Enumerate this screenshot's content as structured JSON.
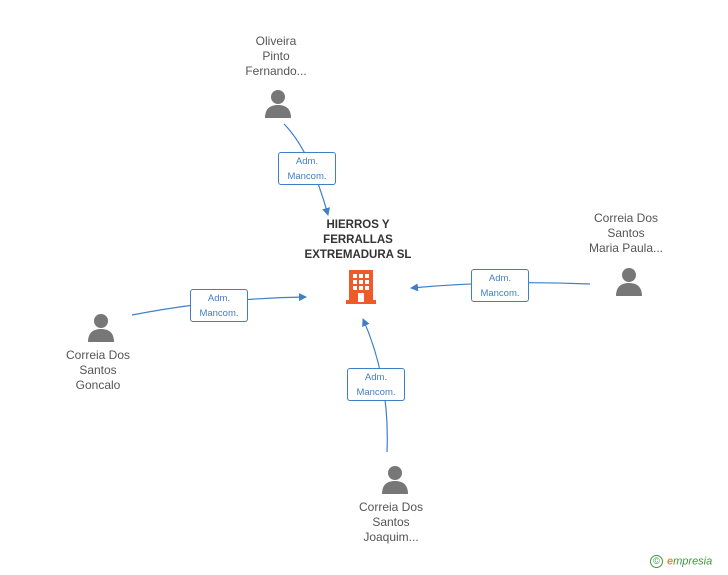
{
  "company": {
    "lines": [
      "HIERROS Y",
      "FERRALLAS",
      "EXTREMADURA SL"
    ],
    "icon": "building-icon",
    "icon_color": "#f05a28"
  },
  "people": [
    {
      "id": "oliveira",
      "lines": [
        "Oliveira",
        "Pinto",
        "Fernando..."
      ],
      "icon": "person-icon"
    },
    {
      "id": "maria",
      "lines": [
        "Correia Dos",
        "Santos",
        "Maria Paula..."
      ],
      "icon": "person-icon"
    },
    {
      "id": "goncalo",
      "lines": [
        "Correia Dos",
        "Santos",
        "Goncalo"
      ],
      "icon": "person-icon"
    },
    {
      "id": "joaquim",
      "lines": [
        "Correia Dos",
        "Santos",
        "Joaquim..."
      ],
      "icon": "person-icon"
    }
  ],
  "edges": [
    {
      "from": "oliveira",
      "label": [
        "Adm.",
        "Mancom."
      ]
    },
    {
      "from": "maria",
      "label": [
        "Adm.",
        "Mancom."
      ]
    },
    {
      "from": "goncalo",
      "label": [
        "Adm.",
        "Mancom."
      ]
    },
    {
      "from": "joaquim",
      "label": [
        "Adm.",
        "Mancom."
      ]
    }
  ],
  "colors": {
    "edge": "#3f7fc8",
    "person": "#777777",
    "text": "#555555"
  },
  "footer": {
    "copyright_symbol": "©",
    "brand_initial": "e",
    "brand_rest": "mpresia"
  }
}
